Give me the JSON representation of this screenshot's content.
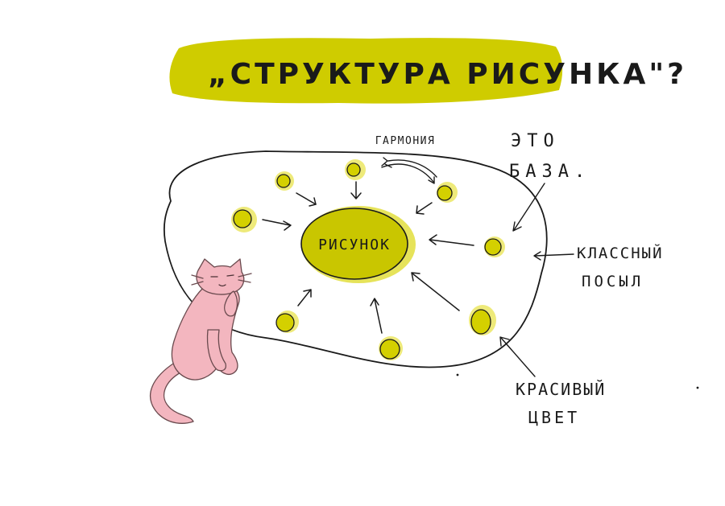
{
  "title": {
    "text": "„Структура рисунка\"?",
    "highlight_color": "#cfcc00"
  },
  "center_node": {
    "label": "рисунок",
    "fill_color": "#c9c600"
  },
  "labels": {
    "harmony": "гармония",
    "base_line1": "это",
    "base_line2": "база.",
    "message_line1": "классный",
    "message_line2": "посыл",
    "color_line1": "красивый",
    "color_line2": "цвет"
  },
  "colors": {
    "dot_fill": "#d4d000",
    "dot_glow": "#eeea7a",
    "cat_fill": "#f3b6bf",
    "cat_stroke": "#6a4a4e",
    "ink": "#1a1a1a"
  },
  "icons": {
    "mascot": "cat-icon"
  }
}
